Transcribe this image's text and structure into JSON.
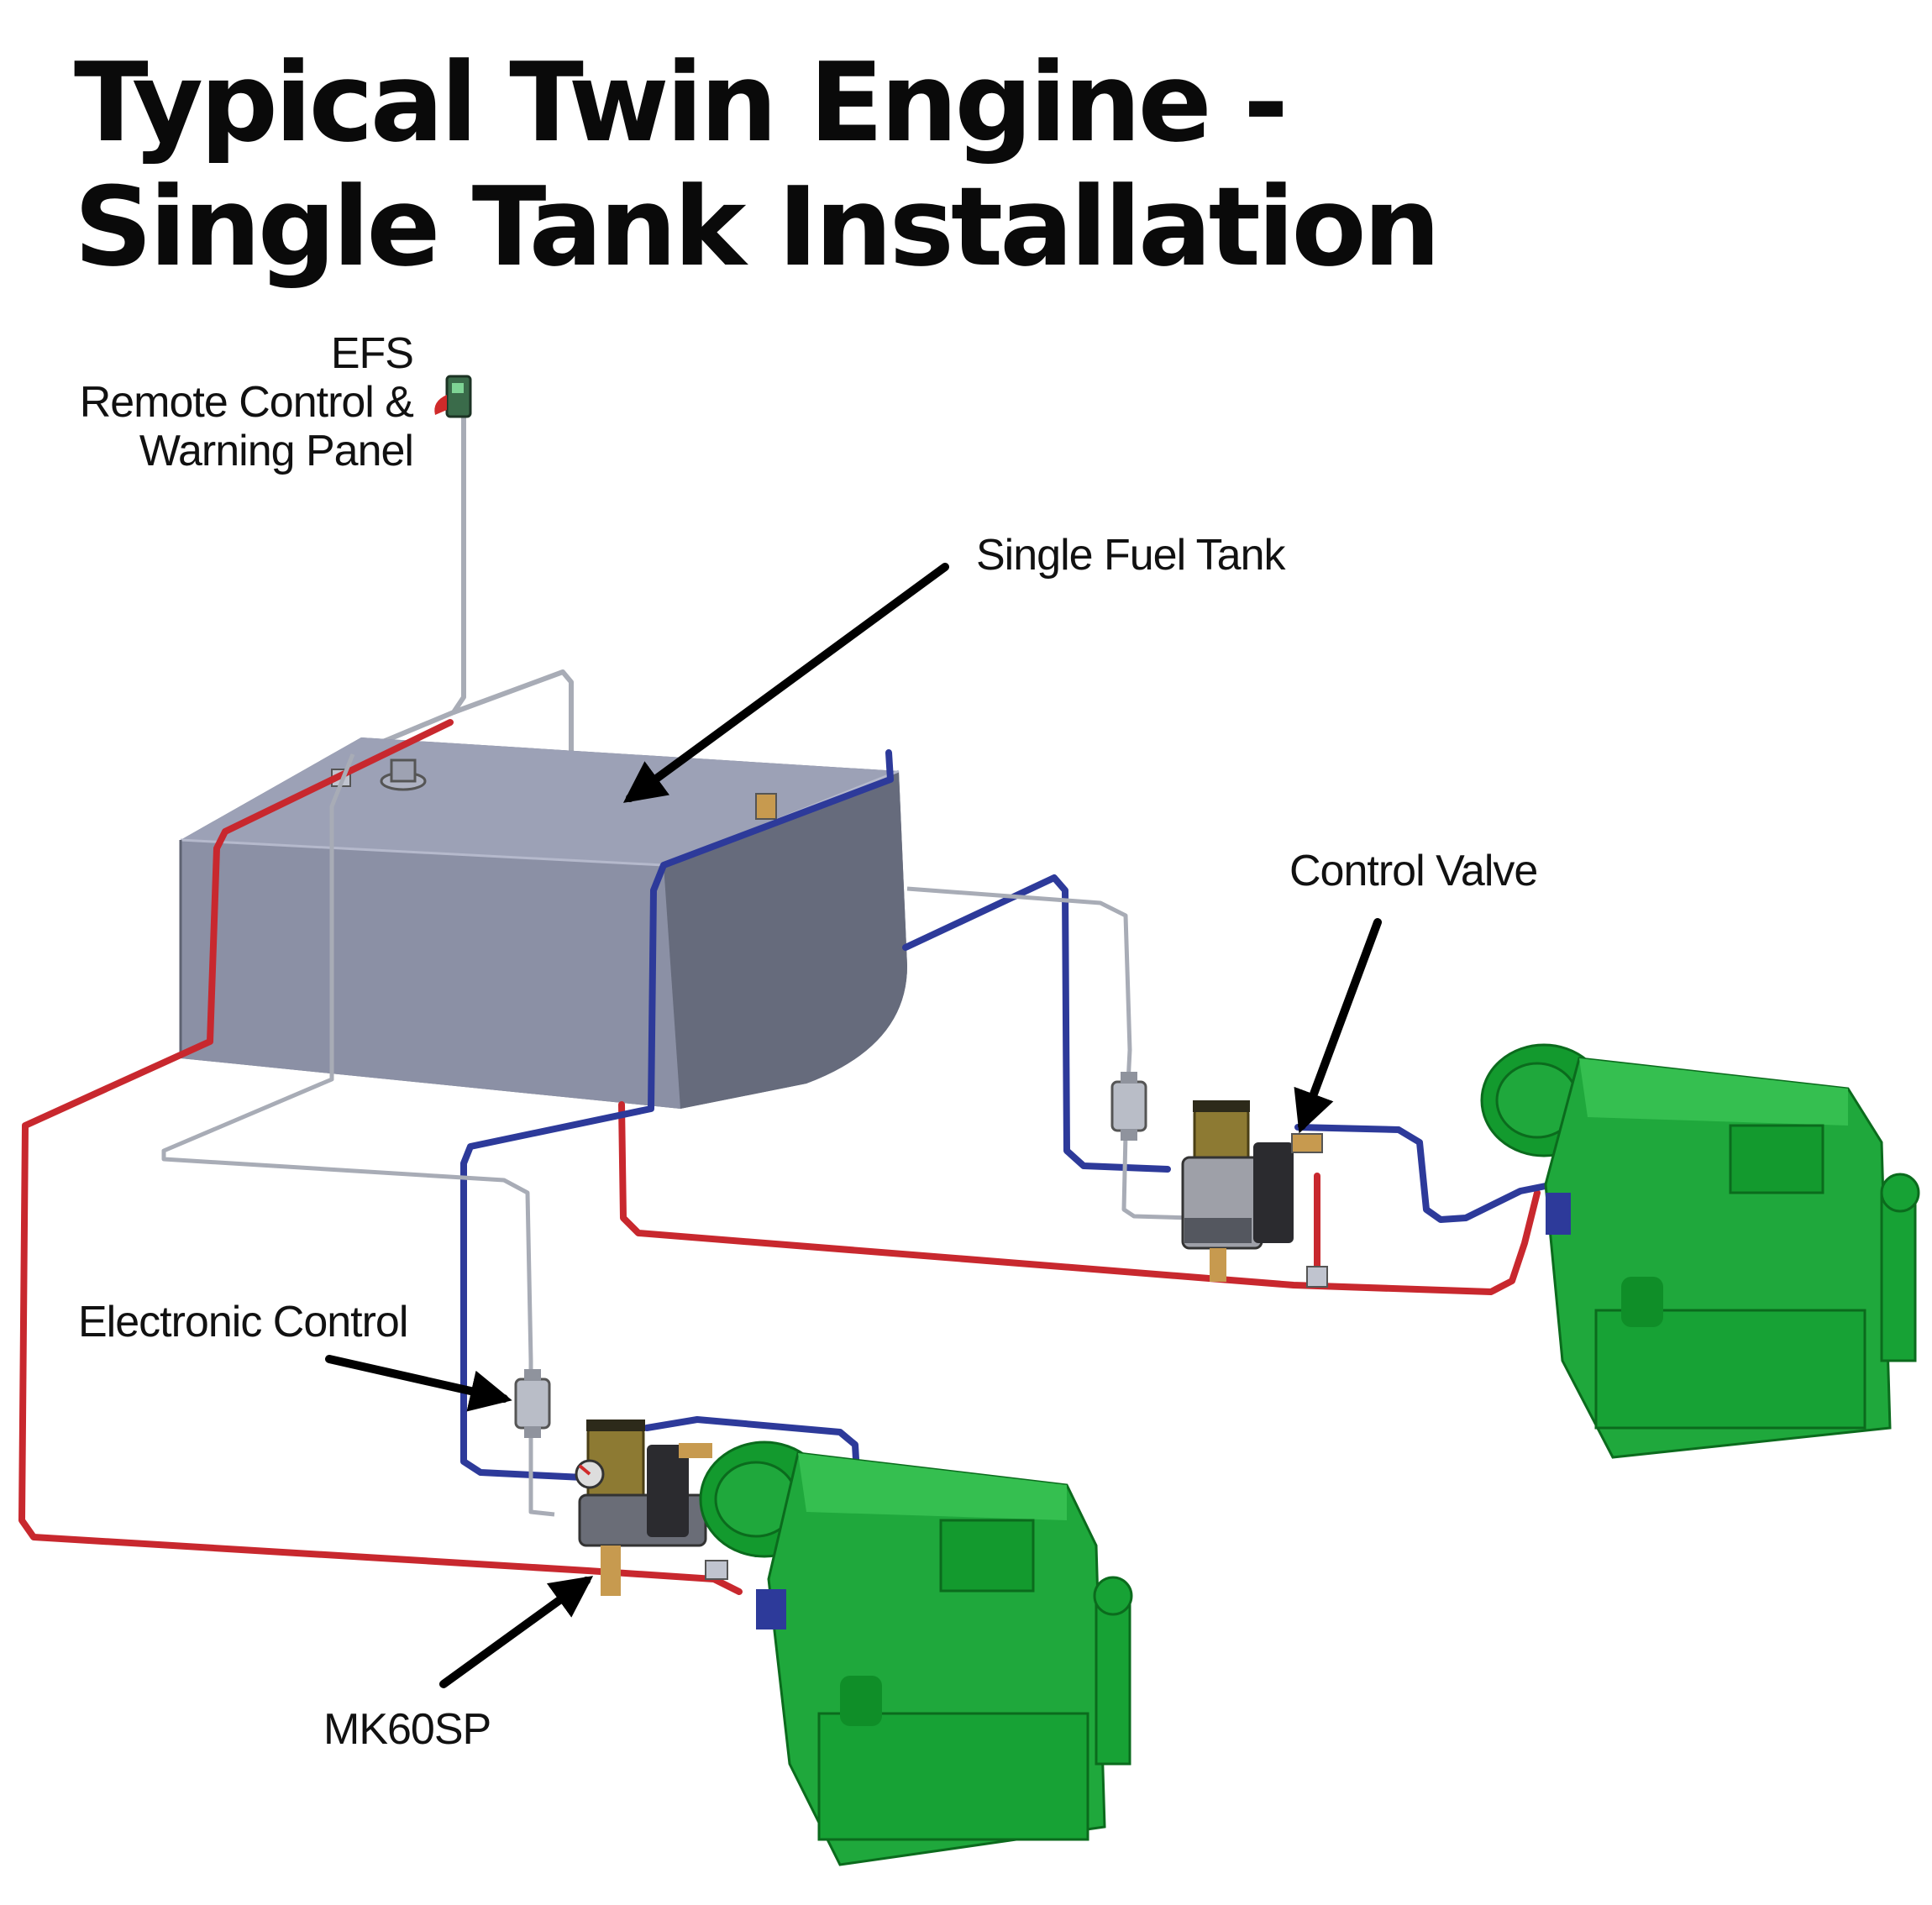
{
  "title": {
    "line1": "Typical Twin Engine -",
    "line2": "Single Tank Installation"
  },
  "labels": {
    "efs_line1": "EFS",
    "efs_line2": "Remote Control &",
    "efs_line3": "Warning Panel",
    "fuel_tank": "Single Fuel Tank",
    "control_valve": "Control Valve",
    "electronic_control": "Electronic Control",
    "mk60sp": "MK60SP"
  },
  "colors": {
    "supply_line": "#c8282e",
    "return_line": "#2d3a9a",
    "electrical_line": "#a8acb6",
    "tank": "#8d92a6",
    "engine": "#1fa83c",
    "arrow": "#000000"
  }
}
